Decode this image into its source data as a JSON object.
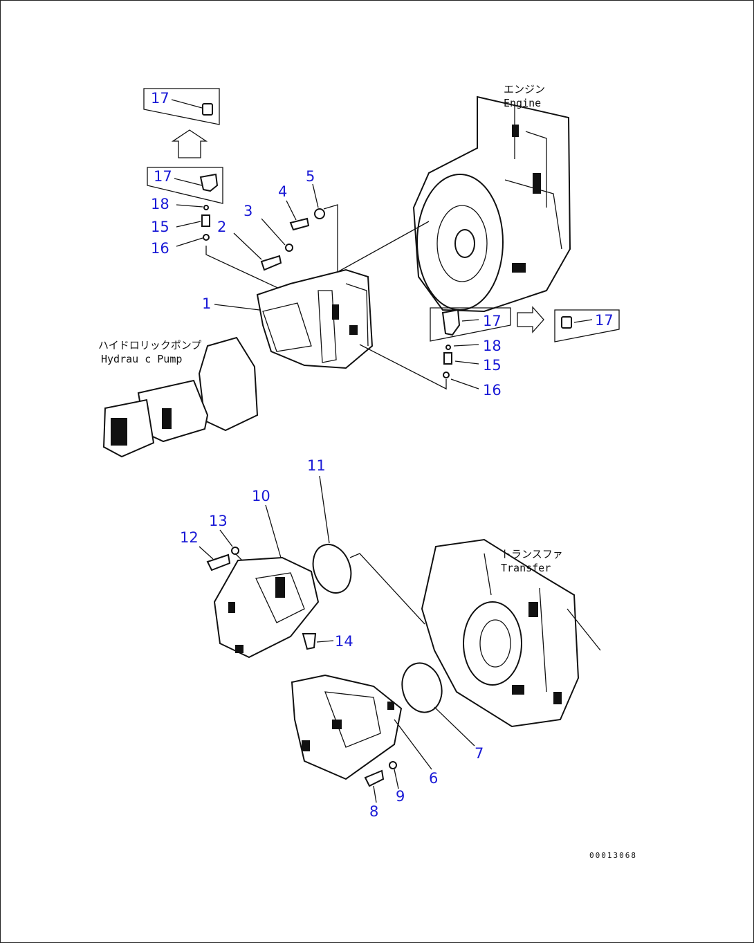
{
  "labels": {
    "engine_jp": "エンジン",
    "engine_en": "Engine",
    "pump_jp": "ハイドロリックポンプ",
    "pump_en": "Hydrau c Pump",
    "transfer_jp": "トランスファ",
    "transfer_en": "Transfer"
  },
  "drawing_code": "00013068",
  "callouts": {
    "c17a": "17",
    "c17b": "17",
    "c18a": "18",
    "c15a": "15",
    "c16a": "16",
    "c5": "5",
    "c4": "4",
    "c3": "3",
    "c2": "2",
    "c1": "1",
    "c17c": "17",
    "c17d": "17",
    "c18b": "18",
    "c15b": "15",
    "c16b": "16",
    "c11": "11",
    "c10": "10",
    "c13": "13",
    "c12": "12",
    "c14": "14",
    "c7": "7",
    "c6": "6",
    "c9": "9",
    "c8": "8"
  }
}
